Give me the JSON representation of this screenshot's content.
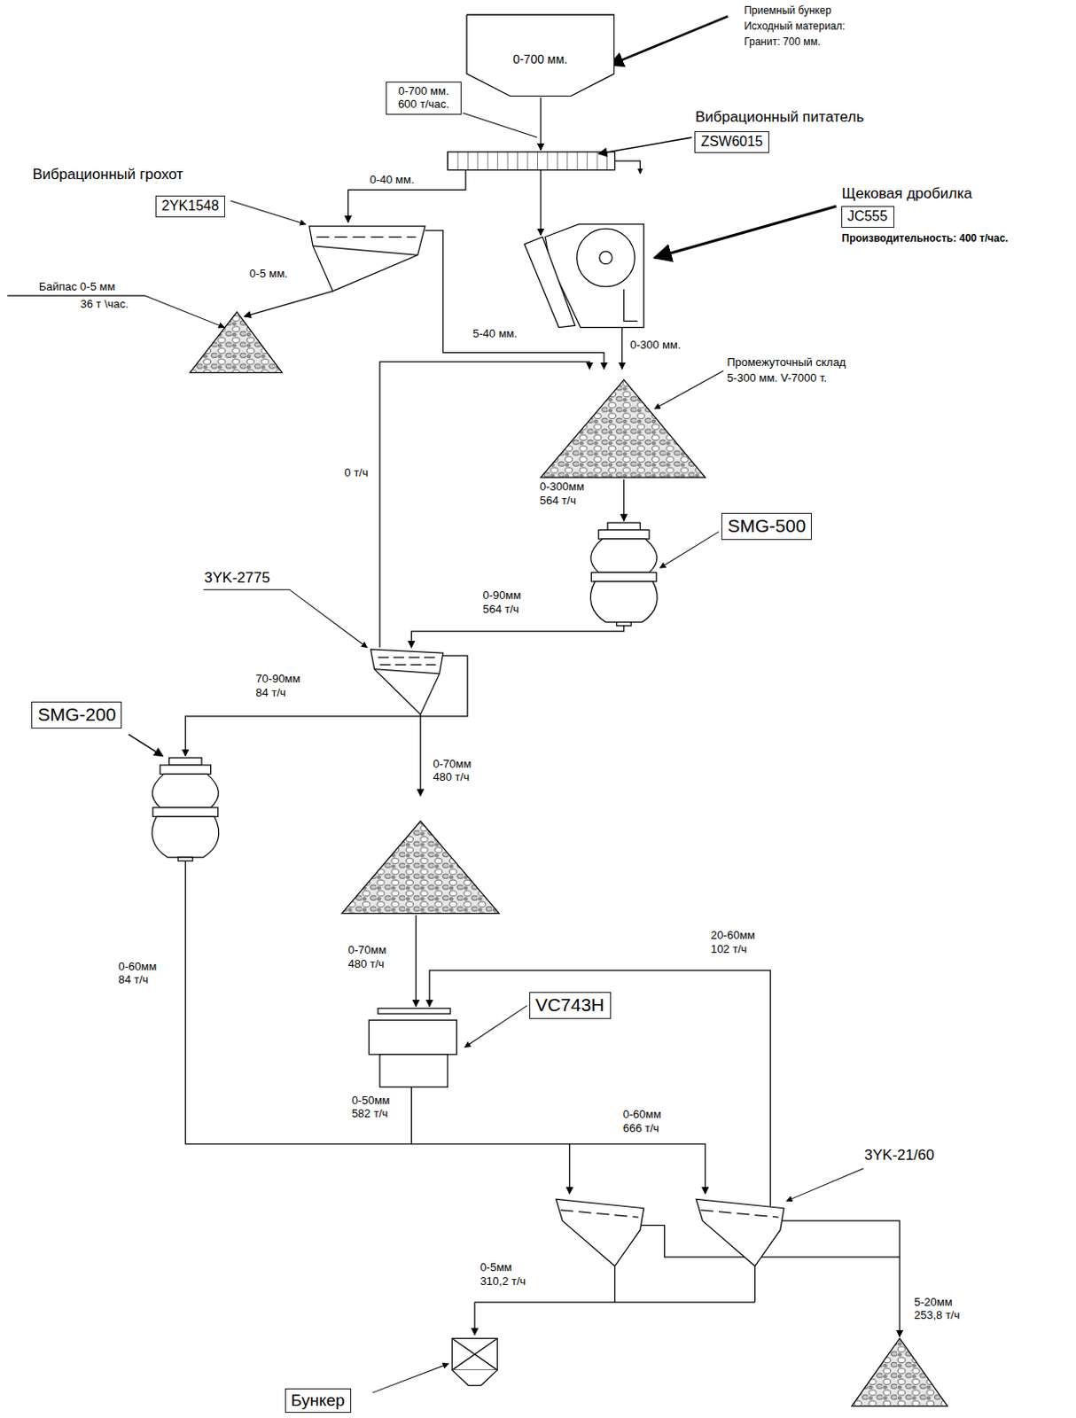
{
  "diagram": {
    "nodes": [
      {
        "text": [
          "0-700 мм."
        ]
      },
      {
        "text": [
          "0-700 мм. 600 т/час."
        ]
      },
      {
        "text": [
          "ZSW6015"
        ]
      },
      {
        "text": [
          "2YK1548"
        ]
      },
      {
        "text": [
          "JC555"
        ]
      },
      {
        "text": [
          "SMG-500"
        ]
      },
      {
        "text": [
          "SMG-200"
        ]
      },
      {
        "text": [
          "VC743H"
        ]
      },
      {
        "text": [
          "Бункер"
        ]
      }
    ],
    "labels": [
      "Приемный бункер",
      "Исходный материал:",
      "Гранит: 700 мм.",
      "Вибрационный питатель",
      "Вибрационный грохот",
      "0-40 мм.",
      "Щековая дробилка",
      "Производительность: 400 т/час.",
      "0-5 мм.",
      "Байпас 0-5 мм",
      "36 т \\час.",
      "5-40 мм.",
      "0-300 мм.",
      "Промежуточный склад",
      "5-300 мм. V-7000 т.",
      "0 т/ч",
      "0-300мм",
      "564 т/ч",
      "3YK-2775",
      "0-90мм",
      "564 т/ч",
      "70-90мм",
      "84 т/ч",
      "0-70мм",
      "480 т/ч",
      "0-60мм",
      "84 т/ч",
      "20-60мм",
      "102 т/ч",
      "0-70мм",
      "480 т/ч",
      "0-50мм",
      "582 т/ч",
      "0-60мм",
      "666 т/ч",
      "3YK-21/60",
      "0-5мм",
      "310,2 т/ч",
      "5-20мм",
      "253,8 т/ч"
    ]
  }
}
